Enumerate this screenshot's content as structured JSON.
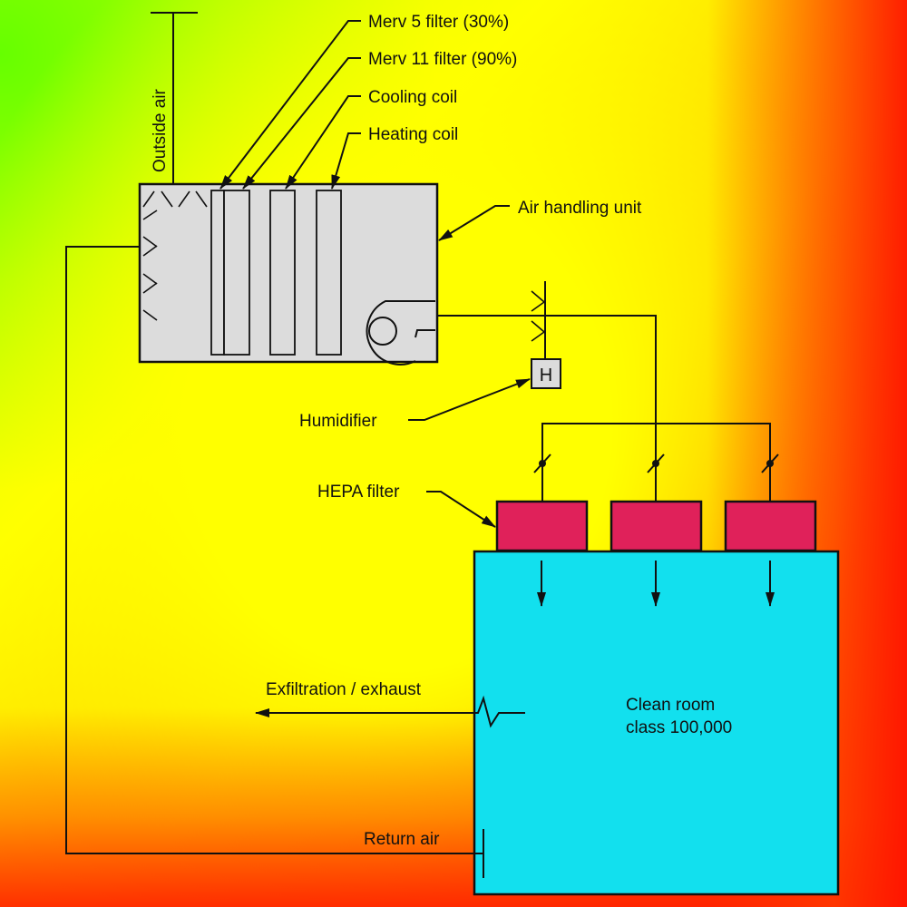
{
  "diagram": {
    "title": "Clean room HVAC schematic",
    "colors": {
      "ahu_fill": "#dcdcdc",
      "hepa_fill": "#e0215a",
      "cleanroom_fill": "#12e0ee",
      "line": "#111111",
      "background_center": "#ffff00",
      "background_edge": "#ff2a00"
    },
    "labels": {
      "outside_air": "Outside air",
      "merv5": "Merv 5 filter (30%)",
      "merv11": "Merv 11 filter (90%)",
      "cooling_coil": "Cooling coil",
      "heating_coil": "Heating coil",
      "air_handling_unit": "Air handling unit",
      "humidifier": "Humidifier",
      "humidifier_symbol": "H",
      "hepa_filter": "HEPA filter",
      "exfiltration": "Exfiltration / exhaust",
      "clean_room_line1": "Clean room",
      "clean_room_line2": "class 100,000",
      "return_air": "Return air"
    },
    "hepa_filter_count": 3,
    "damper_count": 3
  }
}
